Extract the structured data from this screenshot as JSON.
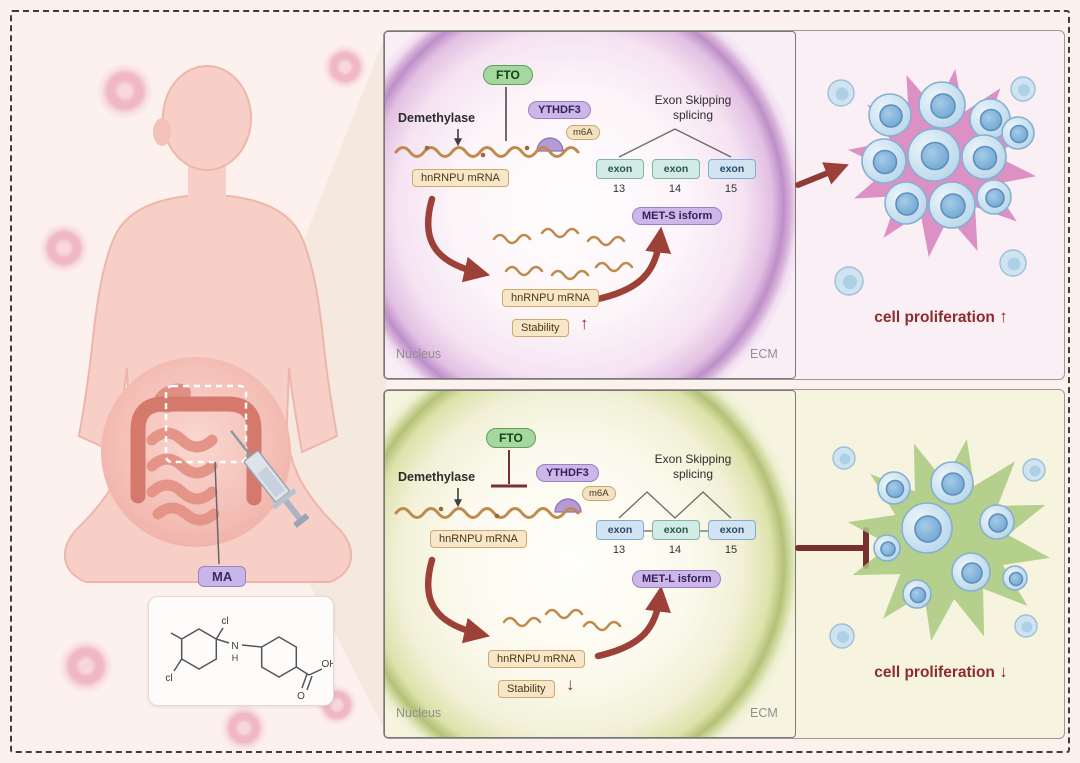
{
  "left": {
    "ma": "MA",
    "chem": {
      "cl_top": "cl",
      "cl_bottom": "cl",
      "n": "N",
      "h": "H",
      "o": "O",
      "oh": "OH"
    }
  },
  "top": {
    "fto": "FTO",
    "demethylase": "Demethylase",
    "ythdf3": "YTHDF3",
    "m6a": "m6A",
    "mrna1": "hnRNPU mRNA",
    "mrna2": "hnRNPU mRNA",
    "stability": "Stability",
    "stability_arrow": "↑",
    "splice1": "Exon Skipping",
    "splice2": "splicing",
    "exons": [
      {
        "label": "exon",
        "num": "13"
      },
      {
        "label": "exon",
        "num": "14"
      },
      {
        "label": "exon",
        "num": "15"
      }
    ],
    "isoform": "MET-S isform",
    "nucleus": "Nucleus",
    "ecm": "ECM",
    "prolif": "cell proliferation",
    "prolif_arrow": "↑"
  },
  "bottom": {
    "fto": "FTO",
    "demethylase": "Demethylase",
    "ythdf3": "YTHDF3",
    "m6a": "m6A",
    "mrna1": "hnRNPU mRNA",
    "mrna2": "hnRNPU mRNA",
    "stability": "Stability",
    "stability_arrow": "↓",
    "splice1": "Exon Skipping",
    "splice2": "splicing",
    "exons": [
      {
        "label": "exon",
        "num": "13"
      },
      {
        "label": "exon",
        "num": "14"
      },
      {
        "label": "exon",
        "num": "15"
      }
    ],
    "isoform": "MET-L isform",
    "nucleus": "Nucleus",
    "ecm": "ECM",
    "prolif": "cell proliferation",
    "prolif_arrow": "↓"
  },
  "colors": {
    "accent_red": "#8c2b2b",
    "fto_green": "#a5d79f",
    "purple_pill": "#cdb6e8",
    "tan_pill": "#f7e7c8",
    "exon_teal": "#d2ebe4",
    "exon_blue": "#d2e4f2",
    "star_pink": "#d678b8",
    "star_green": "#a9c87e",
    "cell_blue": "#bcd8ea"
  }
}
